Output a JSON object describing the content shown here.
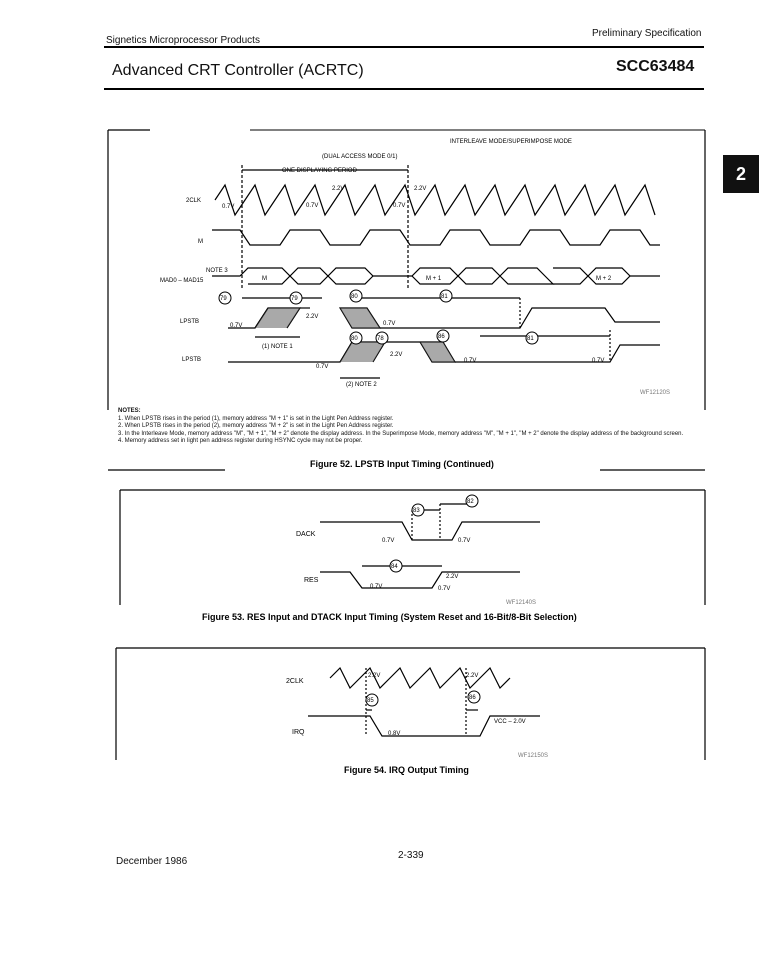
{
  "header": {
    "left": "Signetics Microprocessor Products",
    "right": "Preliminary Specification",
    "title": "Advanced CRT Controller (ACRTC)",
    "part_number": "SCC63484",
    "section_tab": "2"
  },
  "fig52": {
    "mode_label": "INTERLEAVE MODE/SUPERIMPOSE MODE",
    "dual_access": "(DUAL ACCESS MODE 0/1)",
    "period": "ONE DISPLAYING PERIOD",
    "sig_2clk": "2CLK",
    "sig_m": "M",
    "sig_mad": "MAD0 – MAD15",
    "sig_lpstb1": "LPSTB",
    "sig_lpstb2": "LPSTB",
    "note3": "NOTE 3",
    "bus_m": "M",
    "bus_m1": "M + 1",
    "bus_m2": "M + 2",
    "v22": "2.2V",
    "v07": "0.7V",
    "note1": "(1) NOTE 1",
    "note2": "(2) NOTE 2",
    "c79": "79",
    "c80": "80",
    "c81": "81",
    "c78": "78",
    "c86": "86",
    "ref": "WF12120S",
    "caption": "Figure 52. LPSTB Input Timing (Continued)"
  },
  "notes": {
    "title": "NOTES:",
    "items": [
      "1. When LPSTB rises in the period (1), memory address \"M + 1\" is set in the Light Pen Address register.",
      "2. When LPSTB rises in the period (2), memory address \"M + 2\" is set in the Light Pen Address register.",
      "3. In the Interleave Mode, memory address \"M\", \"M + 1\", \"M + 2\" denote the display address. In the Superimpose Mode, memory address \"M\", \"M + 1\", \"M + 2\" denote the display address of the background screen.",
      "4. Memory address set in light pen address register during HSYNC cycle may not be proper."
    ]
  },
  "fig53": {
    "sig_dack": "DACK",
    "sig_res": "RES",
    "c82": "82",
    "c83": "83",
    "c84": "84",
    "v07": "0.7V",
    "v22": "2.2V",
    "ref": "WF12140S",
    "caption": "Figure 53. RES Input and DTACK Input Timing (System Reset and 16-Bit/8-Bit Selection)"
  },
  "fig54": {
    "sig_2clk": "2CLK",
    "sig_irq": "IRQ",
    "c85": "85",
    "c86": "86",
    "v22": "2.2V",
    "v08": "0.8V",
    "vcc": "VCC – 2.0V",
    "ref": "WF12150S",
    "caption": "Figure 54. IRQ Output Timing"
  },
  "footer": {
    "date": "December 1986",
    "page": "2-339"
  }
}
